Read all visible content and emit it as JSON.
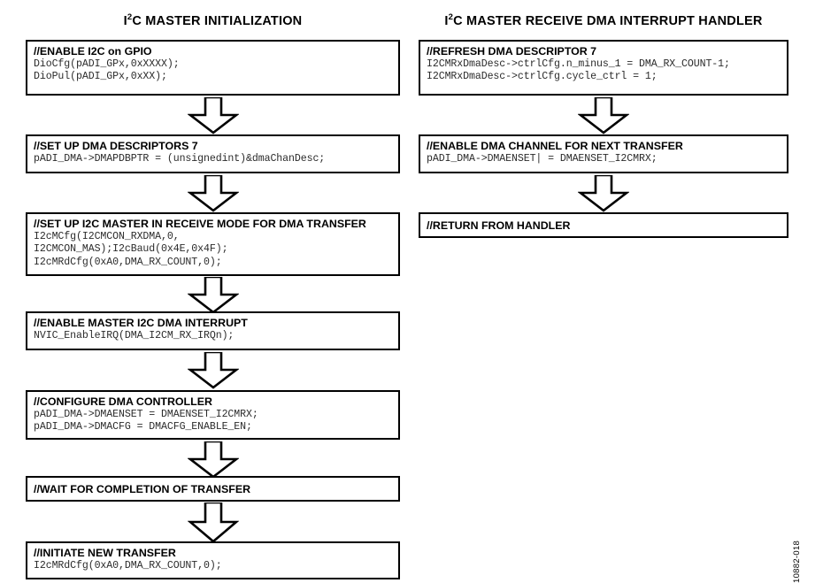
{
  "diagram": {
    "doc_id": "10882-018",
    "columns": [
      {
        "id": "left",
        "title_pre": "I",
        "title_sup": "2",
        "title_post": "C MASTER INITIALIZATION",
        "nodes": [
          {
            "header": "//ENABLE I2C on GPIO",
            "code": "DioCfg(pADI_GPx,0xXXXX);\nDioPul(pADI_GPx,0xXX);"
          },
          {
            "header": "//SET UP DMA DESCRIPTORS 7",
            "code": "pADI_DMA->DMAPDBPTR = (unsignedint)&dmaChanDesc;"
          },
          {
            "header": "//SET UP I2C MASTER IN RECEIVE MODE FOR DMA TRANSFER",
            "code": "I2cMCfg(I2CMCON_RXDMA,0,\nI2CMCON_MAS);I2cBaud(0x4E,0x4F);\nI2cMRdCfg(0xA0,DMA_RX_COUNT,0);"
          },
          {
            "header": "//ENABLE MASTER I2C DMA INTERRUPT",
            "code": "NVIC_EnableIRQ(DMA_I2CM_RX_IRQn);"
          },
          {
            "header": "//CONFIGURE DMA CONTROLLER",
            "code": "pADI_DMA->DMAENSET = DMAENSET_I2CMRX;\npADI_DMA->DMACFG = DMACFG_ENABLE_EN;"
          },
          {
            "header": "//WAIT FOR COMPLETION OF TRANSFER",
            "code": ""
          },
          {
            "header": "//INITIATE NEW TRANSFER",
            "code": "I2cMRdCfg(0xA0,DMA_RX_COUNT,0);"
          }
        ]
      },
      {
        "id": "right",
        "title_pre": "I",
        "title_sup": "2",
        "title_post": "C MASTER RECEIVE DMA INTERRUPT HANDLER",
        "nodes": [
          {
            "header": "//REFRESH DMA DESCRIPTOR 7",
            "code": "I2CMRxDmaDesc->ctrlCfg.n_minus_1 = DMA_RX_COUNT-1;\nI2CMRxDmaDesc->ctrlCfg.cycle_ctrl = 1;"
          },
          {
            "header": "//ENABLE DMA CHANNEL FOR NEXT TRANSFER",
            "code": "pADI_DMA->DMAENSET| = DMAENSET_I2CMRX;"
          },
          {
            "header": "//RETURN FROM HANDLER",
            "code": ""
          }
        ]
      }
    ]
  }
}
